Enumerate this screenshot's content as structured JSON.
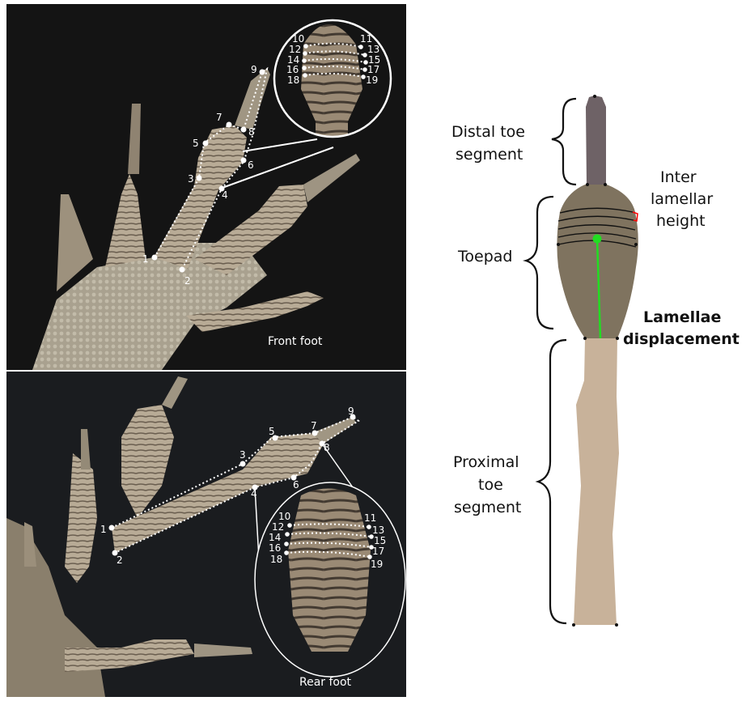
{
  "panels": {
    "front": {
      "caption": "Front foot"
    },
    "rear": {
      "caption": "Rear foot"
    }
  },
  "landmarks": {
    "front": [
      "1",
      "2",
      "3",
      "4",
      "5",
      "6",
      "7",
      "8",
      "9"
    ],
    "rear": [
      "1",
      "2",
      "3",
      "4",
      "5",
      "6",
      "7",
      "8",
      "9"
    ],
    "inset_front": [
      "10",
      "11",
      "12",
      "13",
      "14",
      "15",
      "16",
      "17",
      "18",
      "19"
    ],
    "inset_rear": [
      "10",
      "11",
      "12",
      "13",
      "14",
      "15",
      "16",
      "17",
      "18",
      "19"
    ]
  },
  "schematic": {
    "labels": {
      "distal_line1": "Distal toe",
      "distal_line2": "segment",
      "toepad": "Toepad",
      "proximal_line1": "Proximal",
      "proximal_line2": "toe",
      "proximal_line3": "segment",
      "inter_line1": "Inter",
      "inter_line2": "lamellar",
      "inter_line3": "height",
      "disp_line1": "Lamellae",
      "disp_line2": "displacement"
    },
    "colors": {
      "distal": "#6e6266",
      "toepad": "#7f735f",
      "proximal": "#c8b29a",
      "inter_lamellar": "#ff0000",
      "displacement": "#22dd22"
    }
  }
}
